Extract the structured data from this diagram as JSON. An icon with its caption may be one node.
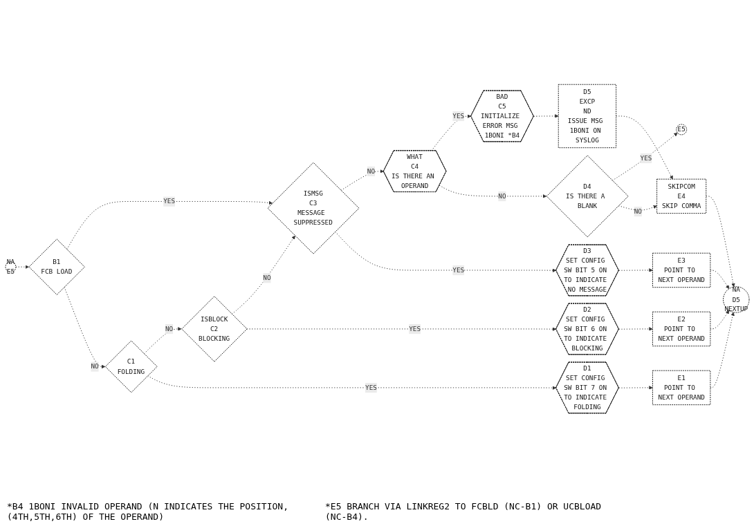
{
  "diagram": {
    "nodes": [
      {
        "text": [
          "NA",
          "E5"
        ]
      },
      {
        "text": [
          "B1",
          "FCB LOAD"
        ]
      },
      {
        "text": [
          "C1",
          "FOLDING"
        ]
      },
      {
        "text": [
          "ISBLOCK",
          "C2",
          "BLOCKING"
        ]
      },
      {
        "text": [
          "ISMSG",
          "C3",
          "MESSAGE SUPPRESSED"
        ]
      },
      {
        "text": [
          "WHAT",
          "C4",
          "IS THERE AN OPERAND"
        ]
      },
      {
        "text": [
          "BAD",
          "C5",
          "INITIALIZE ERROR MSG 1BONI *B4"
        ]
      },
      {
        "text": [
          "D1",
          "SET CONFIG SW BIT 7 ON TO INDICATE FOLDING"
        ]
      },
      {
        "text": [
          "D2",
          "SET CONFIG SW BIT 6 ON TO INDICATE BLOCKING"
        ]
      },
      {
        "text": [
          "D3",
          "SET CONFIG SW BIT 5 ON TO INDICATE NO MESSAGE"
        ]
      },
      {
        "text": [
          "D4",
          "IS THERE A BLANK"
        ]
      },
      {
        "text": [
          "D5",
          "EXCP",
          "ND",
          "ISSUE MSG 1BONI ON SYSLOG"
        ]
      },
      {
        "text": [
          "E5"
        ]
      },
      {
        "text": [
          "E1",
          "POINT TO NEXT OPERAND"
        ]
      },
      {
        "text": [
          "E2",
          "POINT TO NEXT OPERAND"
        ]
      },
      {
        "text": [
          "E3",
          "POINT TO NEXT OPERAND"
        ]
      },
      {
        "text": [
          "SKIPCOM",
          "E4",
          "SKIP COMMA"
        ]
      },
      {
        "text": [
          "NA",
          "D5",
          "NEXTUP"
        ]
      }
    ],
    "edges": [
      {
        "from": 0,
        "to": 1,
        "arrow": "to"
      },
      {
        "from": 1,
        "to": 4,
        "label": "YES",
        "arrow": "to"
      },
      {
        "from": 1,
        "to": 2,
        "label": "NO",
        "arrow": "to"
      },
      {
        "from": 2,
        "to": 3,
        "label": "NO",
        "arrow": "to"
      },
      {
        "from": 2,
        "to": 7,
        "label": "YES",
        "arrow": "to"
      },
      {
        "from": 3,
        "to": 4,
        "label": "NO",
        "arrow": "to"
      },
      {
        "from": 3,
        "to": 8,
        "label": "YES",
        "arrow": "to"
      },
      {
        "from": 4,
        "to": 5,
        "label": "NO",
        "arrow": "to"
      },
      {
        "from": 4,
        "to": 9,
        "label": "YES",
        "arrow": "to"
      },
      {
        "from": 5,
        "to": 6,
        "label": "YES",
        "arrow": "to"
      },
      {
        "from": 5,
        "to": 10,
        "label": "NO",
        "arrow": "to"
      },
      {
        "from": 6,
        "to": 11,
        "arrow": "to"
      },
      {
        "from": 10,
        "to": 12,
        "label": "YES",
        "arrow": "to"
      },
      {
        "from": 10,
        "to": 16,
        "label": "NO",
        "arrow": "to"
      },
      {
        "from": 11,
        "to": 16,
        "arrow": "to"
      },
      {
        "from": 7,
        "to": 13,
        "arrow": "to"
      },
      {
        "from": 8,
        "to": 14,
        "arrow": "to"
      },
      {
        "from": 9,
        "to": 15,
        "arrow": "to"
      },
      {
        "from": 13,
        "to": 17,
        "arrow": "to"
      },
      {
        "from": 14,
        "to": 17,
        "arrow": "to"
      },
      {
        "from": 15,
        "to": 17,
        "arrow": "to"
      },
      {
        "from": 16,
        "to": 17,
        "arrow": "to"
      }
    ],
    "labels": [
      "*B4 1BONI INVALID OPERAND (N INDICATES THE POSITION, (4TH,5TH,6TH) OF THE OPERAND)",
      "*E5 BRANCH VIA LINKREG2 TO FCBLD (NC-B1) OR UCBLOAD (NC-B4)."
    ]
  }
}
